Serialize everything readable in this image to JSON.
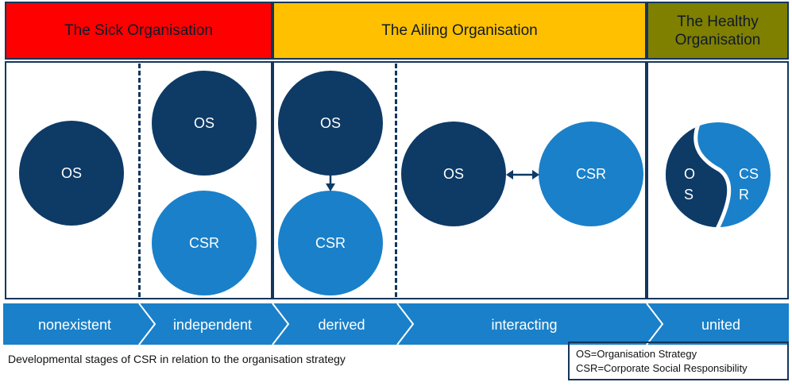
{
  "headers": {
    "sick": "The Sick Organisation",
    "ailing": "The Ailing Organisation",
    "healthy": "The Healthy Organisation"
  },
  "circles": {
    "nonexistent_os": "OS",
    "independent_os": "OS",
    "independent_csr": "CSR",
    "derived_os": "OS",
    "derived_csr": "CSR",
    "interacting_os": "OS",
    "interacting_csr": "CSR",
    "united_os_line1": "O",
    "united_os_line2": "S",
    "united_csr_line1": "CS",
    "united_csr_line2": "R"
  },
  "stages": [
    "nonexistent",
    "independent",
    "derived",
    "interacting",
    "united"
  ],
  "caption": "Developmental stages of CSR in relation to the organisation strategy",
  "legend": {
    "line1": "OS=Organisation Strategy",
    "line2": "CSR=Corporate Social Responsibility"
  },
  "colors": {
    "sick": "#ff0000",
    "ailing": "#ffc000",
    "healthy": "#7f7f00",
    "os_circle": "#0e3a66",
    "csr_circle": "#1a80c9",
    "stage_bar": "#1a80c9",
    "border": "#13365d"
  }
}
